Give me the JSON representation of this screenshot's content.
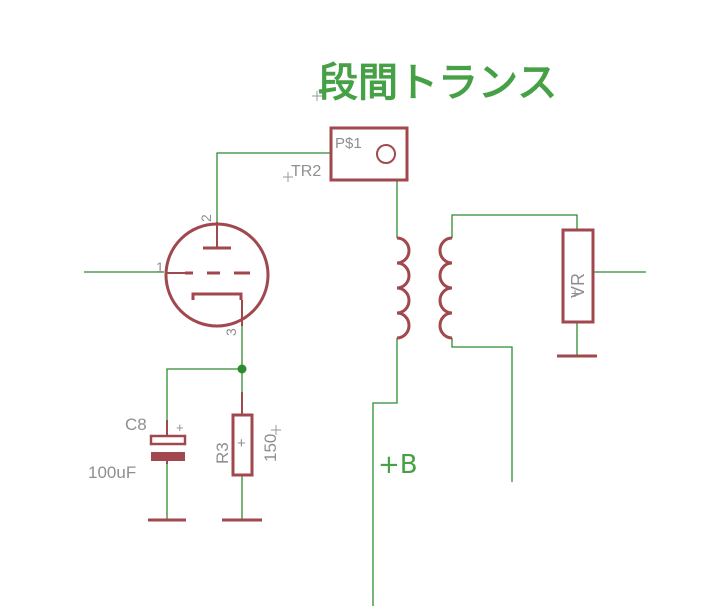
{
  "title": "段間トランス",
  "components": {
    "tube": {
      "pin1": "1",
      "pin2": "2",
      "pin3": "3"
    },
    "transformer": {
      "ref": "TR2",
      "pad": "P$1"
    },
    "capacitor": {
      "ref": "C8",
      "value": "100uF"
    },
    "resistor": {
      "ref": "R3",
      "value": "150"
    },
    "volume": {
      "ref": "VR"
    },
    "supply": {
      "label": "+B"
    }
  },
  "colors": {
    "wire": "#2e8b2e",
    "part": "#a0484e",
    "label_gray": "#8f8f8f",
    "label_green": "#46a046"
  }
}
